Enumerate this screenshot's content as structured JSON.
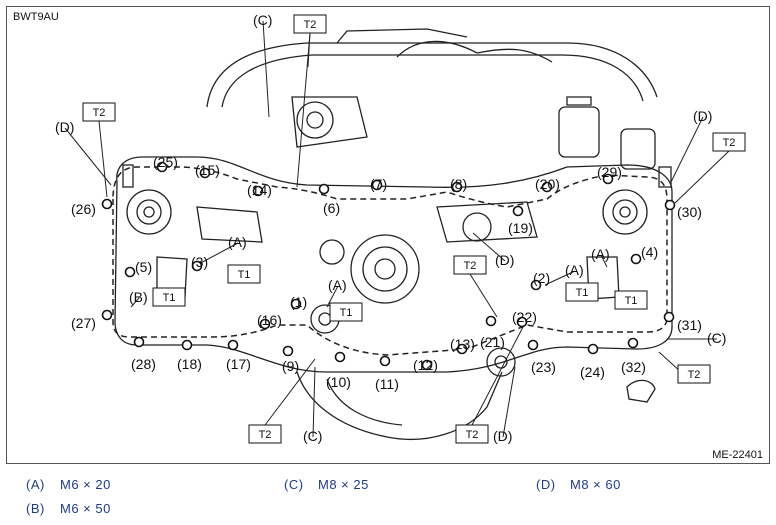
{
  "figure_id": "BWT9AU",
  "reference_code": "ME-22401",
  "bolt_numbers": [
    "(1)",
    "(2)",
    "(3)",
    "(4)",
    "(5)",
    "(6)",
    "(7)",
    "(8)",
    "(9)",
    "(10)",
    "(11)",
    "(12)",
    "(13)",
    "(14)",
    "(15)",
    "(16)",
    "(17)",
    "(18)",
    "(19)",
    "(20)",
    "(21)",
    "(22)",
    "(23)",
    "(24)",
    "(25)",
    "(26)",
    "(27)",
    "(28)",
    "(29)",
    "(30)",
    "(31)",
    "(32)"
  ],
  "type_callouts": {
    "A": "(A)",
    "B": "(B)",
    "C": "(C)",
    "D": "(D)"
  },
  "torque_tags": {
    "T1": "T1",
    "T2": "T2"
  },
  "legend": [
    {
      "key": "(A)",
      "value": "M6 × 20"
    },
    {
      "key": "(B)",
      "value": "M6 × 50"
    },
    {
      "key": "(C)",
      "value": "M8 × 25"
    },
    {
      "key": "(D)",
      "value": "M8 × 60"
    }
  ]
}
